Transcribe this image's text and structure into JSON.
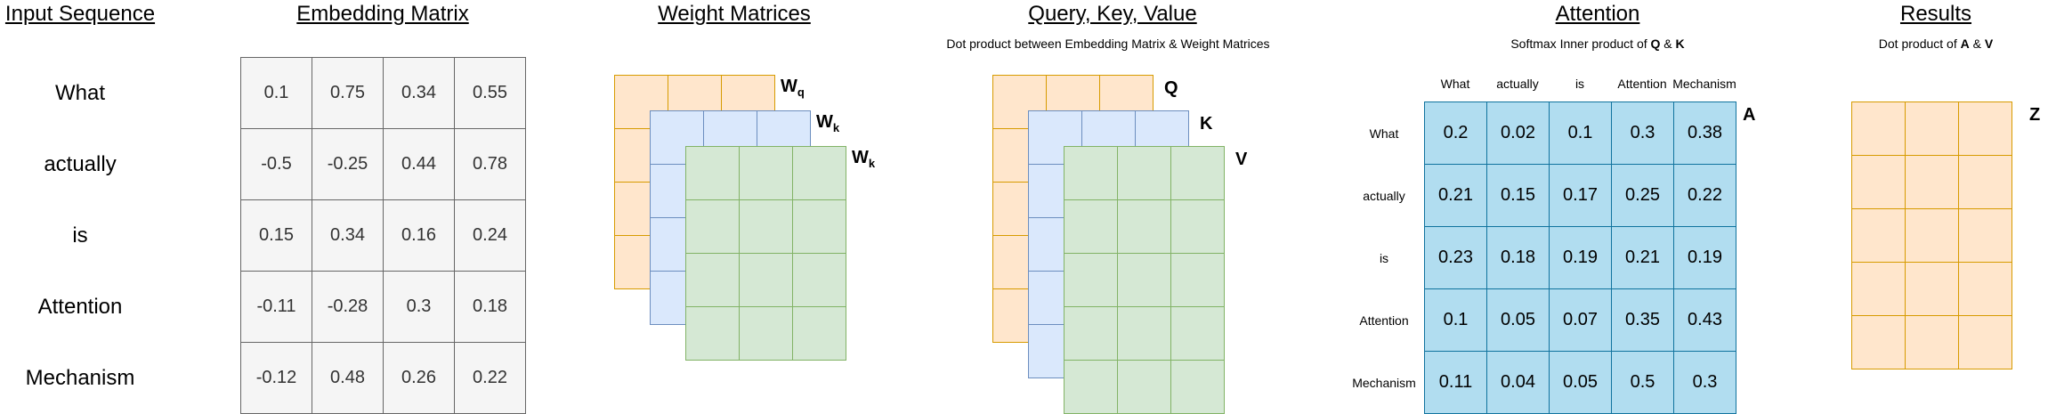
{
  "sections": {
    "input": {
      "title": "Input Sequence"
    },
    "embedding": {
      "title": "Embedding Matrix"
    },
    "weights": {
      "title": "Weight Matrices"
    },
    "qkv": {
      "title": "Query, Key, Value",
      "subtitle": "Dot product between Embedding Matrix & Weight Matrices"
    },
    "attention": {
      "title": "Attention",
      "subtitle_prefix": "Softmax Inner product of ",
      "subtitle_a": "Q",
      "subtitle_amp": " & ",
      "subtitle_b": "K"
    },
    "results": {
      "title": "Results",
      "subtitle_prefix": "Dot product of ",
      "subtitle_a": "A",
      "subtitle_amp": " & ",
      "subtitle_b": "V"
    }
  },
  "tokens": [
    "What",
    "actually",
    "is",
    "Attention",
    "Mechanism"
  ],
  "embedding_matrix": [
    [
      "0.1",
      "0.75",
      "0.34",
      "0.55"
    ],
    [
      "-0.5",
      "-0.25",
      "0.44",
      "0.78"
    ],
    [
      "0.15",
      "0.34",
      "0.16",
      "0.24"
    ],
    [
      "-0.11",
      "-0.28",
      "0.3",
      "0.18"
    ],
    [
      "-0.12",
      "0.48",
      "0.26",
      "0.22"
    ]
  ],
  "weight_labels": {
    "wq_main": "W",
    "wq_sub": "q",
    "wk_main": "W",
    "wk_sub": "k",
    "wv_main": "W",
    "wv_sub": "k"
  },
  "qkv_labels": {
    "q": "Q",
    "k": "K",
    "v": "V"
  },
  "attention": {
    "label": "A",
    "col_headers": [
      "What",
      "actually",
      "is",
      "Attention",
      "Mechanism"
    ],
    "row_headers": [
      "What",
      "actually",
      "is",
      "Attention",
      "Mechanism"
    ],
    "values": [
      [
        "0.2",
        "0.02",
        "0.1",
        "0.3",
        "0.38"
      ],
      [
        "0.21",
        "0.15",
        "0.17",
        "0.25",
        "0.22"
      ],
      [
        "0.23",
        "0.18",
        "0.19",
        "0.21",
        "0.19"
      ],
      [
        "0.1",
        "0.05",
        "0.07",
        "0.35",
        "0.43"
      ],
      [
        "0.11",
        "0.04",
        "0.05",
        "0.5",
        "0.3"
      ]
    ]
  },
  "results": {
    "label": "Z"
  },
  "colors": {
    "query": "#ffe6cc",
    "key": "#dae8fc",
    "value": "#d5e8d4",
    "attention": "#b1ddf0",
    "embedding": "#f5f5f5"
  }
}
